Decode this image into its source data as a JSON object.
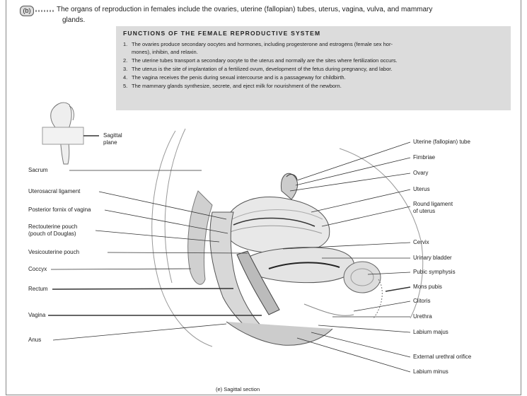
{
  "badge": "(b)",
  "intro": {
    "line1": "The organs of reproduction in females include the ovaries, uterine (fallopian) tubes, uterus, vagina, vulva, and mammary",
    "line2": "glands."
  },
  "functions_box": {
    "title": "FUNCTIONS OF THE FEMALE REPRODUCTIVE SYSTEM",
    "items": [
      {
        "num": "1.",
        "text": "The ovaries produce secondary oocytes and hormones, including progesterone and estrogens (female sex hor-",
        "text2": "mones), inhibin, and relaxin."
      },
      {
        "num": "2.",
        "text": "The uterine tubes transport a secondary oocyte to the uterus and normally are the sites where fertilization occurs."
      },
      {
        "num": "3.",
        "text": "The uterus is the site of implantation of a fertilized ovum, development of the fetus during pregnancy, and labor."
      },
      {
        "num": "4.",
        "text": "The vagina receives the penis during sexual intercourse and is a passageway for childbirth."
      },
      {
        "num": "5.",
        "text": "The mammary glands synthesize, secrete, and eject milk for nourishment of the newborn."
      }
    ]
  },
  "inset": {
    "label_line1": "Sagittal",
    "label_line2": "plane"
  },
  "left_labels": [
    {
      "text": "Sacrum"
    },
    {
      "text": "Uterosacral ligament"
    },
    {
      "text": "Posterior fornix of vagina"
    },
    {
      "text": "Rectouterine pouch",
      "text2": "(pouch of Douglas)"
    },
    {
      "text": "Vesicouterine pouch"
    },
    {
      "text": "Coccyx"
    },
    {
      "text": "Rectum"
    },
    {
      "text": "Vagina"
    },
    {
      "text": "Anus"
    }
  ],
  "right_labels": [
    {
      "text": "Uterine (fallopian) tube"
    },
    {
      "text": "Fimbriae"
    },
    {
      "text": "Ovary"
    },
    {
      "text": "Uterus"
    },
    {
      "text": "Round ligament",
      "text2": "of uterus"
    },
    {
      "text": "Cervix"
    },
    {
      "text": "Urinary bladder"
    },
    {
      "text": "Pubic symphysis"
    },
    {
      "text": "Mons pubis"
    },
    {
      "text": "Clitoris"
    },
    {
      "text": "Urethra"
    },
    {
      "text": "Labium majus"
    },
    {
      "text": "External urethral orifice"
    },
    {
      "text": "Labium minus"
    }
  ],
  "caption": "(e) Sagittal section"
}
